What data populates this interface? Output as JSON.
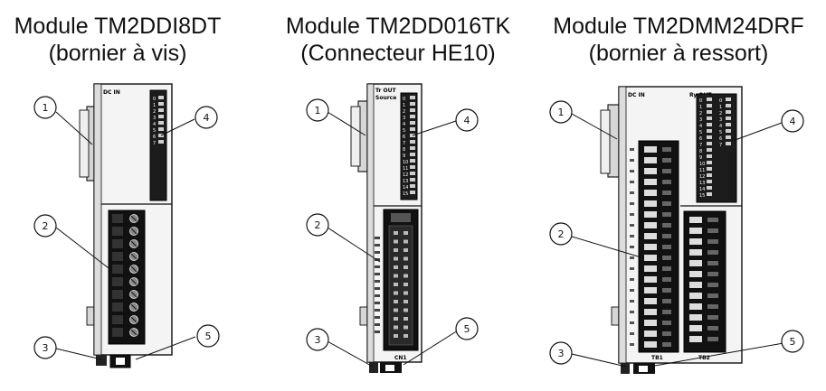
{
  "modules": [
    {
      "title": "Module TM2DDI8DT",
      "subtitle": "(bornier à vis)",
      "panel_label": "DC IN",
      "led_labels": [
        "0",
        "1",
        "2",
        "3",
        "4",
        "5",
        "6",
        "7"
      ]
    },
    {
      "title": "Module TM2DD016TK",
      "subtitle": "(Connecteur HE10)",
      "panel_label_1": "Tr OUT",
      "panel_label_2": "Source",
      "led_labels": [
        "0",
        "1",
        "2",
        "3",
        "4",
        "5",
        "6",
        "7",
        "8",
        "9",
        "10",
        "11",
        "12",
        "13",
        "14",
        "15"
      ],
      "connector_label": "CN1"
    },
    {
      "title": "Module TM2DMM24DRF",
      "subtitle": "(bornier à ressort)",
      "panel_label_in": "DC IN",
      "panel_label_out": "Ry OUT",
      "led_labels_in": [
        "0",
        "1",
        "2",
        "3",
        "4",
        "5",
        "6",
        "7",
        "8",
        "9",
        "10",
        "11",
        "12",
        "13",
        "14",
        "15"
      ],
      "led_labels_out": [
        "0",
        "1",
        "2",
        "3",
        "4",
        "5",
        "6",
        "7"
      ],
      "terminal_labels": [
        "TB1",
        "TB2"
      ]
    }
  ],
  "callouts": [
    "1",
    "2",
    "3",
    "4",
    "5"
  ]
}
